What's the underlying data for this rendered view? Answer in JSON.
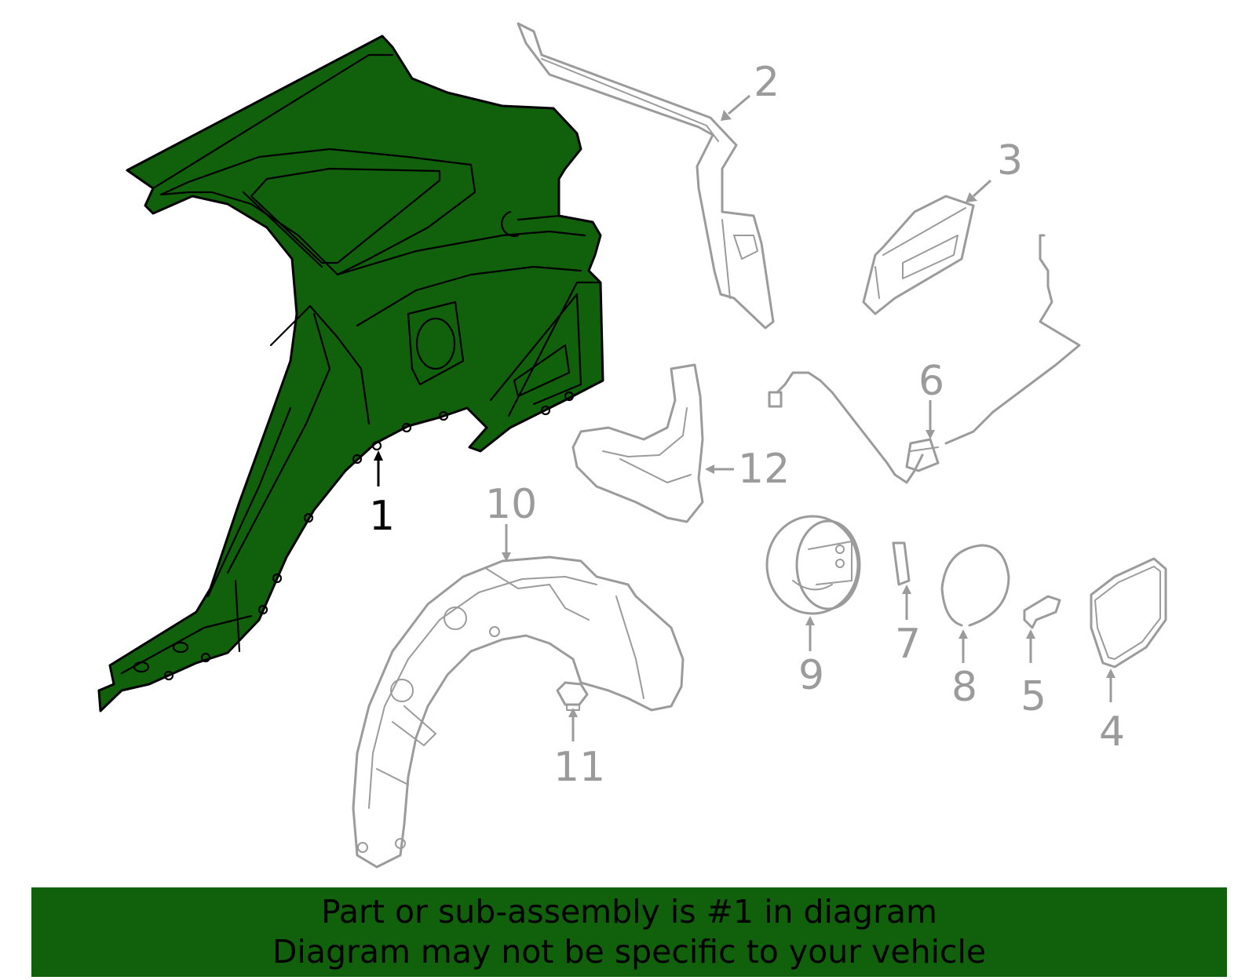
{
  "highlight_color": "#11600b",
  "parts": [
    {
      "id": 1,
      "label": "1",
      "highlighted": true
    },
    {
      "id": 2,
      "label": "2",
      "highlighted": false
    },
    {
      "id": 3,
      "label": "3",
      "highlighted": false
    },
    {
      "id": 4,
      "label": "4",
      "highlighted": false
    },
    {
      "id": 5,
      "label": "5",
      "highlighted": false
    },
    {
      "id": 6,
      "label": "6",
      "highlighted": false
    },
    {
      "id": 7,
      "label": "7",
      "highlighted": false
    },
    {
      "id": 8,
      "label": "8",
      "highlighted": false
    },
    {
      "id": 9,
      "label": "9",
      "highlighted": false
    },
    {
      "id": 10,
      "label": "10",
      "highlighted": false
    },
    {
      "id": 11,
      "label": "11",
      "highlighted": false
    },
    {
      "id": 12,
      "label": "12",
      "highlighted": false
    }
  ],
  "banner": {
    "line1": "Part or sub-assembly is #1 in diagram",
    "line2": "Diagram may not be specific to your vehicle"
  }
}
